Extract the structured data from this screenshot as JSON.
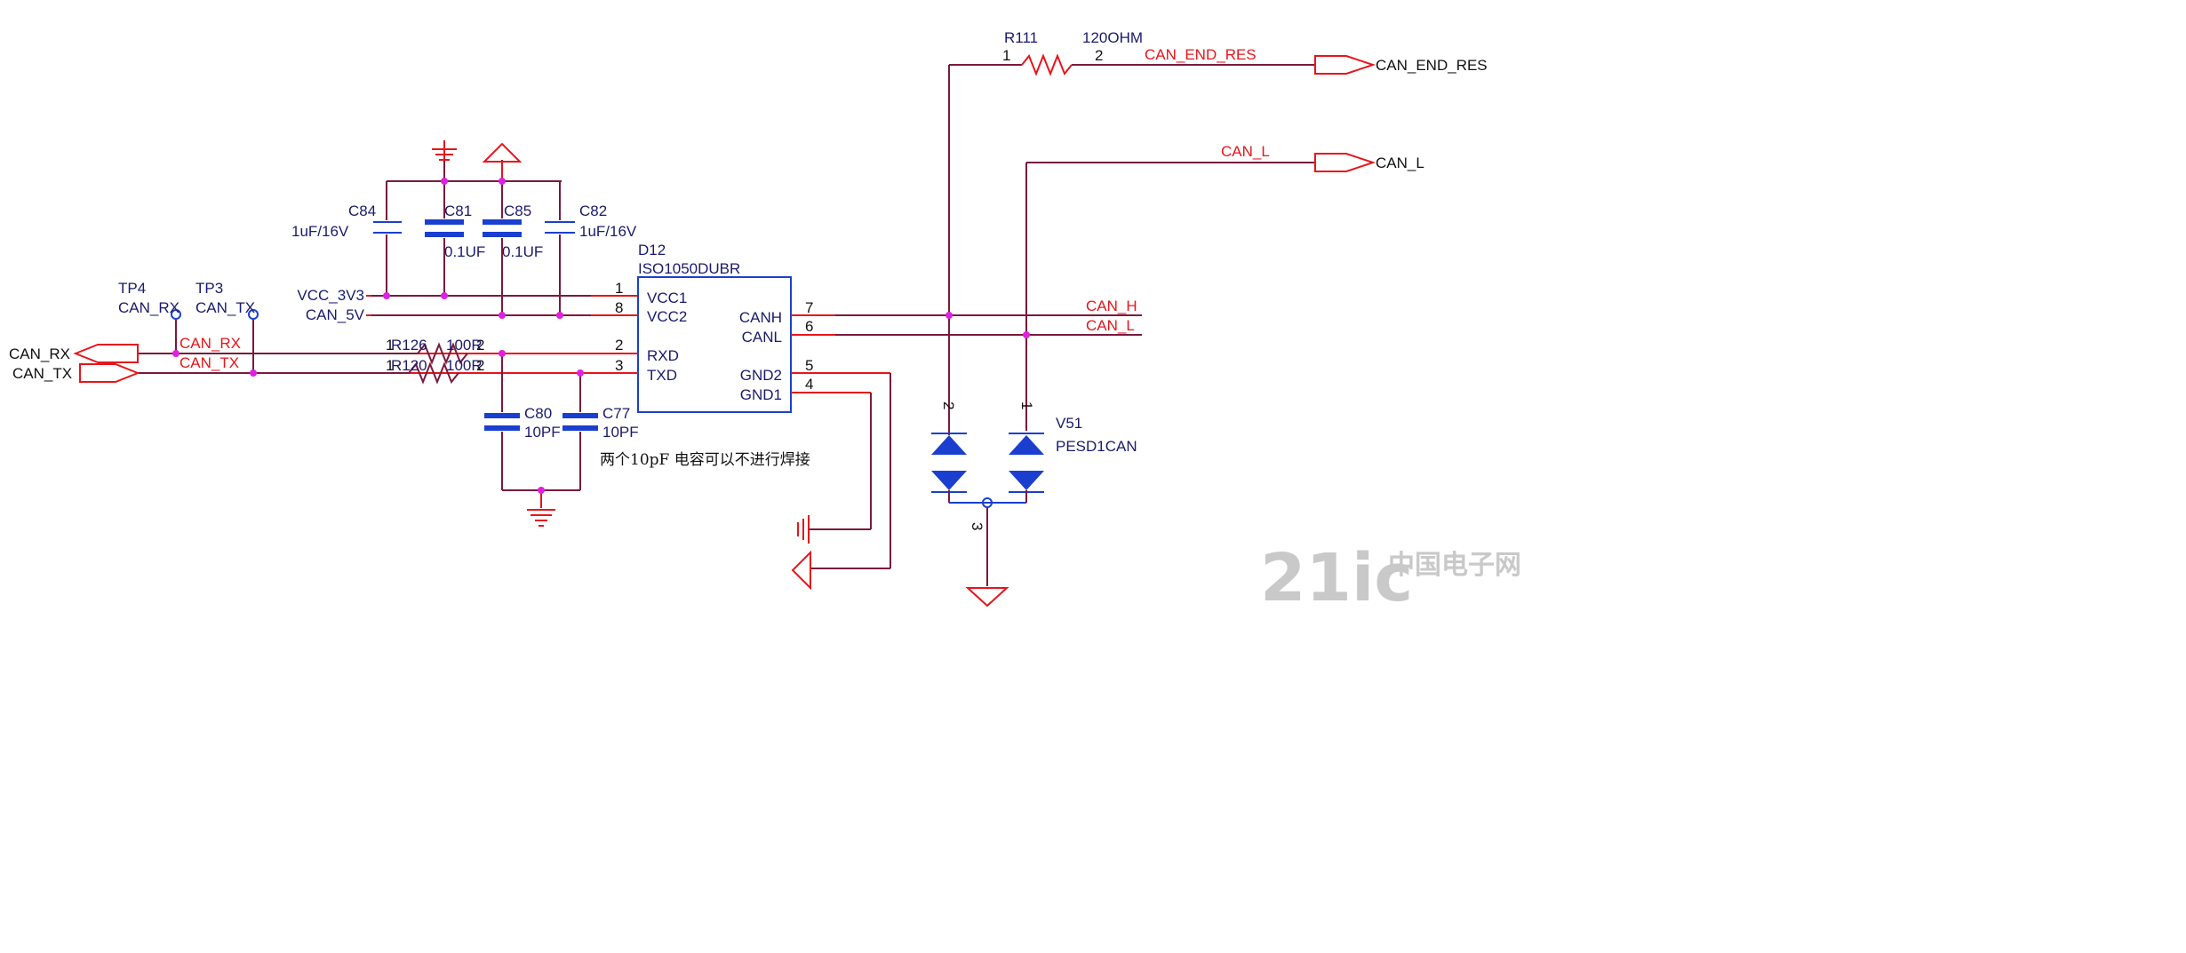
{
  "ic": {
    "ref": "D12",
    "part": "ISO1050DUBR",
    "pins_left": [
      "VCC1",
      "VCC2",
      "RXD",
      "TXD"
    ],
    "pins_right": [
      "CANH",
      "CANL",
      "GND2",
      "GND1"
    ],
    "num_vcc1": "1",
    "num_vcc2": "8",
    "num_rxd": "2",
    "num_txd": "3",
    "num_canh": "7",
    "num_canl": "6",
    "num_gnd2": "5",
    "num_gnd1": "4"
  },
  "caps": {
    "c84": {
      "ref": "C84",
      "value": "1uF/16V"
    },
    "c81": {
      "ref": "C81",
      "value": "0.1UF"
    },
    "c85": {
      "ref": "C85",
      "value": "0.1UF"
    },
    "c82": {
      "ref": "C82",
      "value": "1uF/16V"
    },
    "c80": {
      "ref": "C80",
      "value": "10PF"
    },
    "c77": {
      "ref": "C77",
      "value": "10PF"
    }
  },
  "res": {
    "r126": {
      "ref": "R126",
      "value": "100R",
      "p1": "1",
      "p2": "2"
    },
    "r120": {
      "ref": "R120",
      "value": "100R",
      "p1": "1",
      "p2": "2"
    },
    "r111": {
      "ref": "R111",
      "value": "120OHM",
      "p1": "1",
      "p2": "2"
    }
  },
  "tps": {
    "tp4_ref": "TP4",
    "tp4_net": "CAN_RX",
    "tp3_ref": "TP3",
    "tp3_net": "CAN_TX"
  },
  "nets": {
    "vcc_3v3": "VCC_3V3",
    "can_5v": "CAN_5V",
    "can_rx": "CAN_RX",
    "can_tx": "CAN_TX",
    "can_h": "CAN_H",
    "can_l": "CAN_L",
    "can_end_res": "CAN_END_RES"
  },
  "ports": {
    "can_rx": "CAN_RX",
    "can_tx": "CAN_TX",
    "can_end_res": "CAN_END_RES",
    "can_l": "CAN_L"
  },
  "tvs": {
    "ref": "V51",
    "part": "PESD1CAN",
    "pin1": "1",
    "pin2": "2",
    "pin3": "3"
  },
  "note": "两个10pF 电容可以不进行焊接",
  "watermark": {
    "main": "21ic",
    "sub": "中国电子网"
  },
  "colors": {
    "wire": "#7a1a3c",
    "component": "#1a3fd0",
    "net_label": "#e8141b",
    "junction": "#e020e0"
  }
}
